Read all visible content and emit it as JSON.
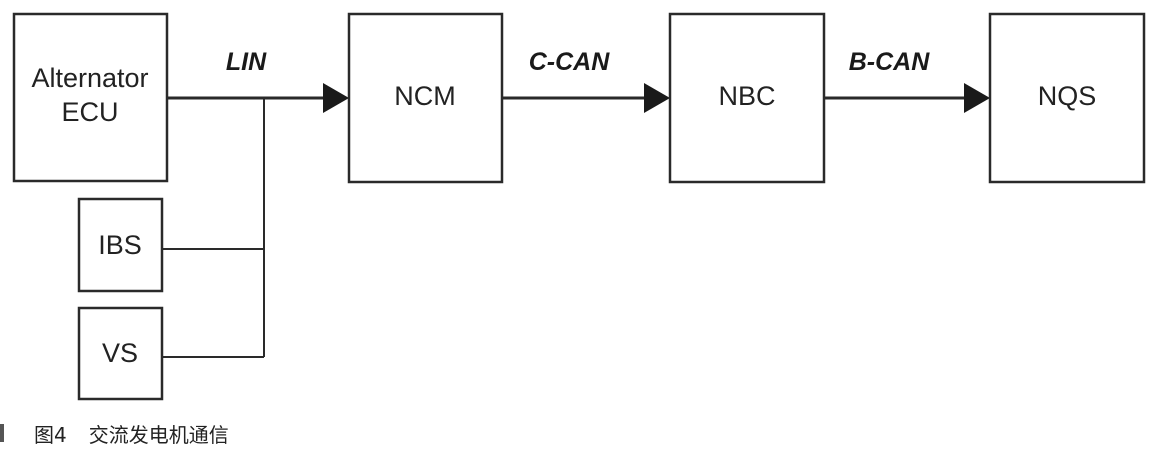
{
  "nodes": {
    "alternator_ecu": {
      "label_line1": "Alternator",
      "label_line2": "ECU"
    },
    "ibs": {
      "label": "IBS"
    },
    "vs": {
      "label": "VS"
    },
    "ncm": {
      "label": "NCM"
    },
    "nbc": {
      "label": "NBC"
    },
    "nqs": {
      "label": "NQS"
    }
  },
  "edges": {
    "lin": {
      "label": "LIN"
    },
    "c_can": {
      "label": "C-CAN"
    },
    "b_can": {
      "label": "B-CAN"
    }
  },
  "caption": {
    "figure_number": "图4",
    "title": "交流发电机通信"
  }
}
